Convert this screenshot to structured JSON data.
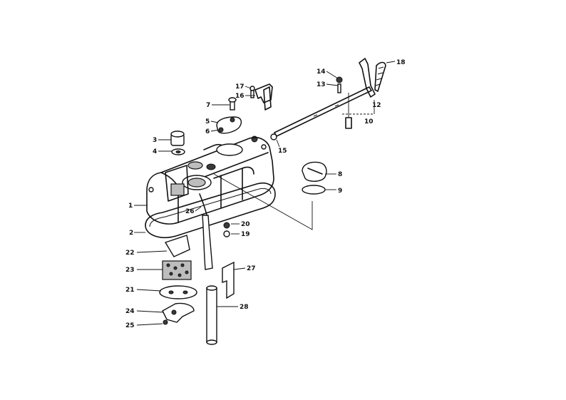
{
  "callouts": {
    "c1": "1",
    "c2": "2",
    "c3": "3",
    "c4": "4",
    "c5": "5",
    "c6": "6",
    "c7": "7",
    "c8": "8",
    "c9": "9",
    "c10": "10",
    "c12": "12",
    "c13": "13",
    "c14": "14",
    "c15": "15",
    "c16": "16",
    "c17": "17",
    "c18": "18",
    "c19": "19",
    "c20": "20",
    "c21": "21",
    "c22": "22",
    "c23": "23",
    "c24": "24",
    "c25": "25",
    "c26": "26",
    "c27": "27",
    "c28": "28"
  }
}
